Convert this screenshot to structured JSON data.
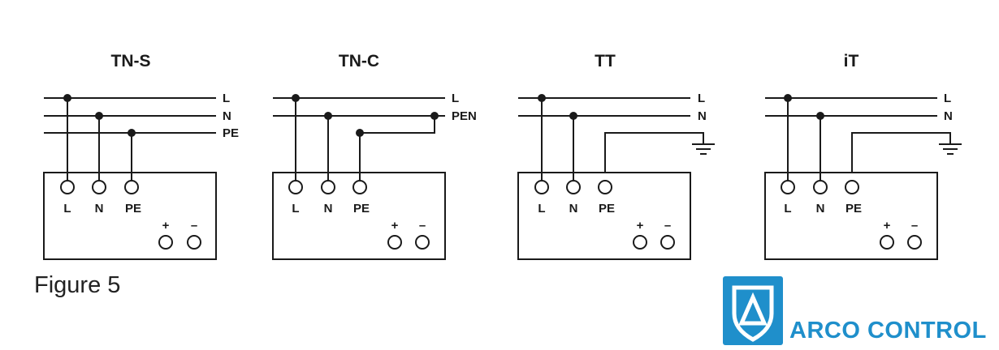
{
  "figure": {
    "caption": "Figure 5"
  },
  "diagrams": [
    {
      "title": "TN-S",
      "buses": [
        "L",
        "N",
        "PE"
      ],
      "terminals": [
        "L",
        "N",
        "PE"
      ],
      "dc_signs": [
        "+",
        "–"
      ],
      "earth_symbol": false
    },
    {
      "title": "TN-C",
      "buses": [
        "L",
        "PEN"
      ],
      "terminals": [
        "L",
        "N",
        "PE"
      ],
      "dc_signs": [
        "+",
        "–"
      ],
      "earth_symbol": false
    },
    {
      "title": "TT",
      "buses": [
        "L",
        "N"
      ],
      "terminals": [
        "L",
        "N",
        "PE"
      ],
      "dc_signs": [
        "+",
        "–"
      ],
      "earth_symbol": true
    },
    {
      "title": "iT",
      "buses": [
        "L",
        "N"
      ],
      "terminals": [
        "L",
        "N",
        "PE"
      ],
      "dc_signs": [
        "+",
        "–"
      ],
      "earth_symbol": true
    }
  ],
  "logo": {
    "text": "ARCO CONTROL",
    "icon": "shield-triangle-icon",
    "color": "#1f8fcb",
    "lettering": "A"
  }
}
